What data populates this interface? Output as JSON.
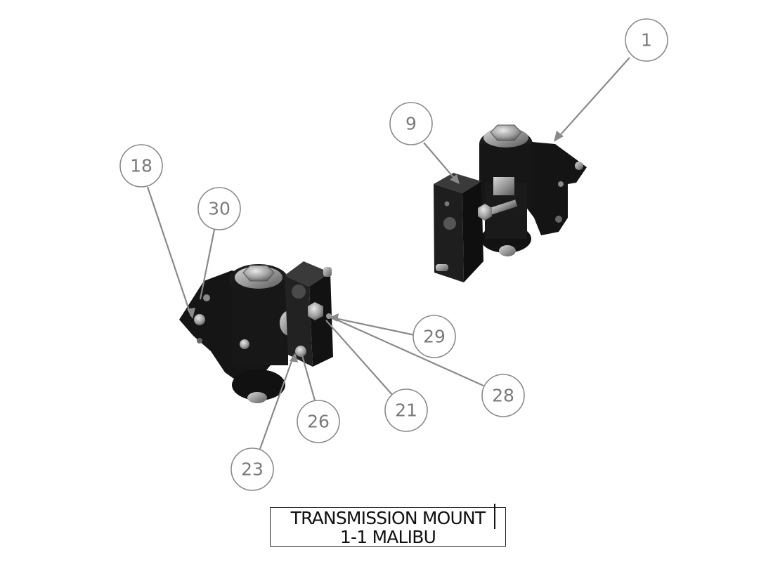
{
  "title_block": {
    "line1": "TRANSMISSION MOUNT",
    "line2": "1-1 MALIBU"
  },
  "balloons": [
    {
      "id": "1"
    },
    {
      "id": "9"
    },
    {
      "id": "18"
    },
    {
      "id": "30"
    },
    {
      "id": "29"
    },
    {
      "id": "28"
    },
    {
      "id": "21"
    },
    {
      "id": "26"
    },
    {
      "id": "23"
    }
  ],
  "colors": {
    "part_body": "#1a1a1a",
    "balloon_stroke": "#8a8a8a",
    "balloon_text": "#7a7a7a"
  }
}
